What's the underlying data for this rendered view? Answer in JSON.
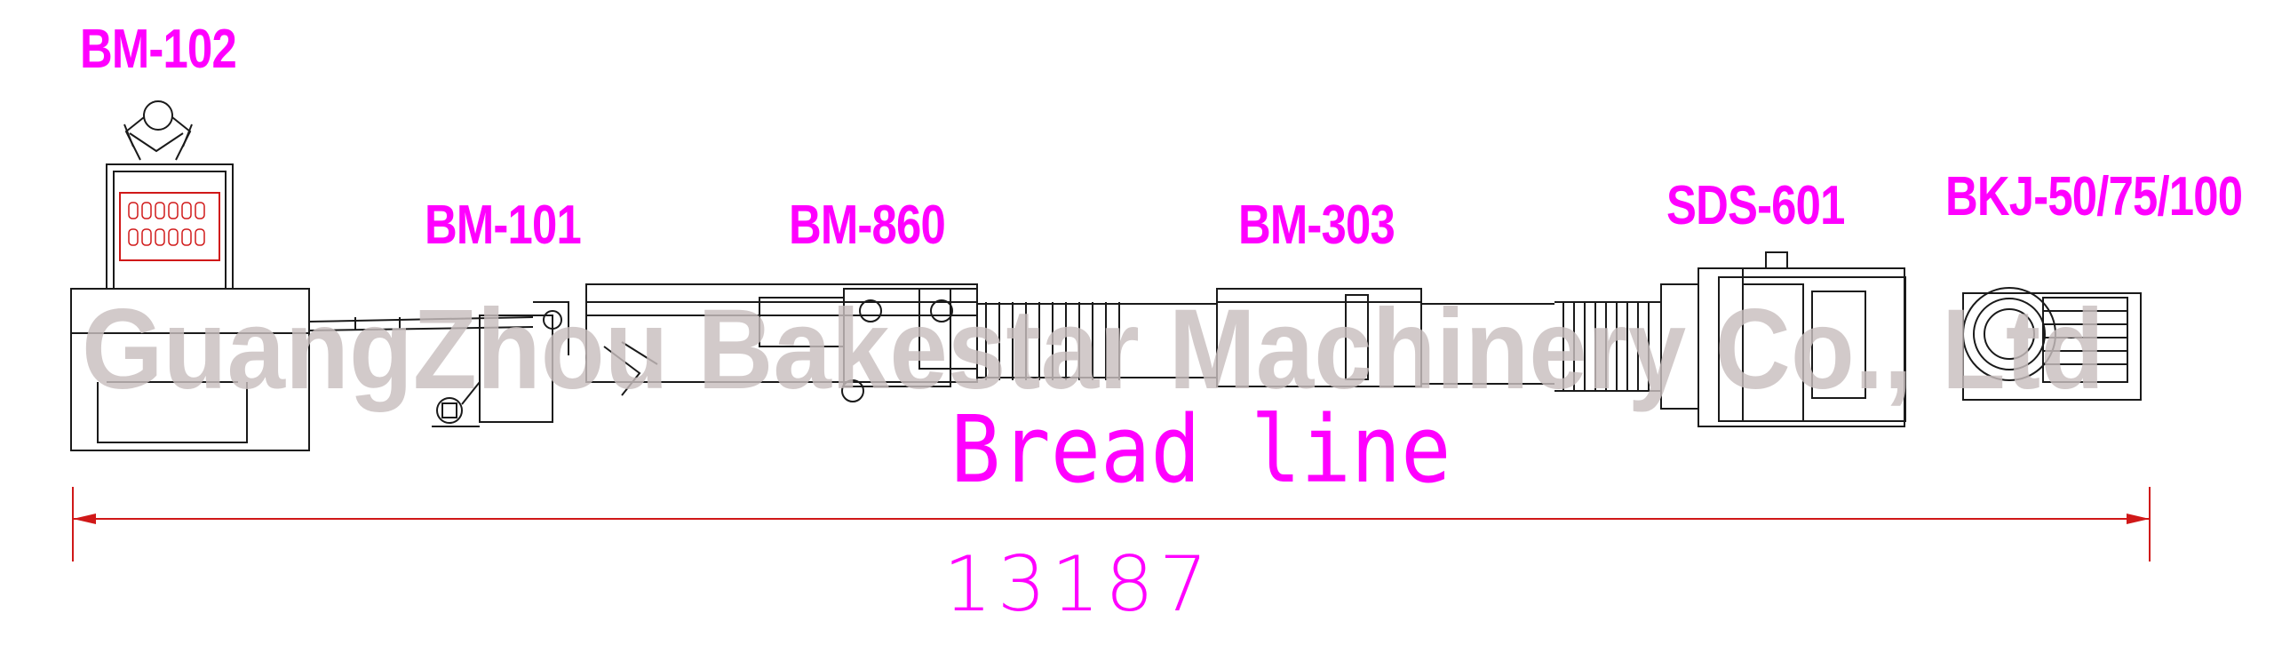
{
  "diagram": {
    "title": "Bread line",
    "dimension": "13187",
    "watermark": "GuangZhou Bakestar Machinery Co., Ltd",
    "machines": [
      {
        "model": "BM-102"
      },
      {
        "model": "BM-101"
      },
      {
        "model": "BM-860"
      },
      {
        "model": "BM-303"
      },
      {
        "model": "SDS-601"
      },
      {
        "model": "BKJ-50/75/100"
      }
    ]
  },
  "colors": {
    "label": "#ff00ff",
    "dimension_line": "#d01818",
    "drawing": "#1a1a1a",
    "watermark": "#c9bfbf",
    "tray_outline": "#d01818"
  }
}
